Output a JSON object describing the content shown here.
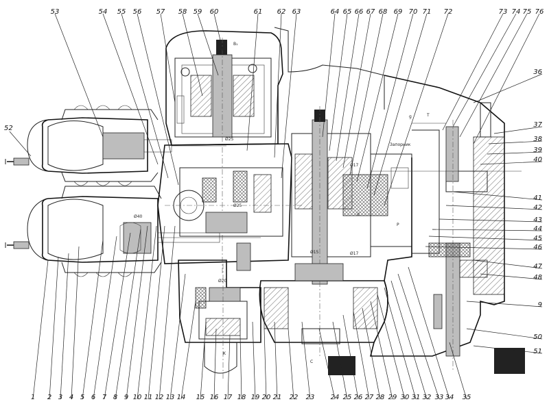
{
  "drawing": {
    "callouts_top": [
      "53",
      "54",
      "55",
      "56",
      "57",
      "58",
      "59",
      "60",
      "61",
      "62",
      "63",
      "64",
      "65",
      "66",
      "67",
      "68",
      "69",
      "70",
      "71",
      "72",
      "73",
      "74",
      "75",
      "76"
    ],
    "callouts_bottom": [
      "1",
      "2",
      "3",
      "4",
      "5",
      "6",
      "7",
      "8",
      "9",
      "10",
      "11",
      "12",
      "13",
      "14",
      "15",
      "16",
      "17",
      "18",
      "19",
      "20",
      "21",
      "22",
      "23",
      "24",
      "25",
      "26",
      "27",
      "28",
      "29",
      "30",
      "31",
      "32",
      "33",
      "34",
      "35"
    ],
    "callouts_right": [
      "36",
      "37",
      "38",
      "39",
      "40",
      "41",
      "42",
      "43",
      "44",
      "45",
      "46",
      "47",
      "48",
      "9",
      "50",
      "51"
    ],
    "callout_left": "52",
    "notes": {
      "phi25_top": "Ø25",
      "phi25_mid": "Ø25",
      "phi20": "Ø20",
      "phi40": "Ø40",
      "phi17": "Ø17",
      "phi17b": "Ø17",
      "phi15": "Ø15",
      "zapornik": "Запорник",
      "b1": "В₁",
      "label_T": "T",
      "label_g": "g",
      "label_C": "C",
      "label_K": "K",
      "label_p": "P",
      "label_d": "d"
    }
  }
}
